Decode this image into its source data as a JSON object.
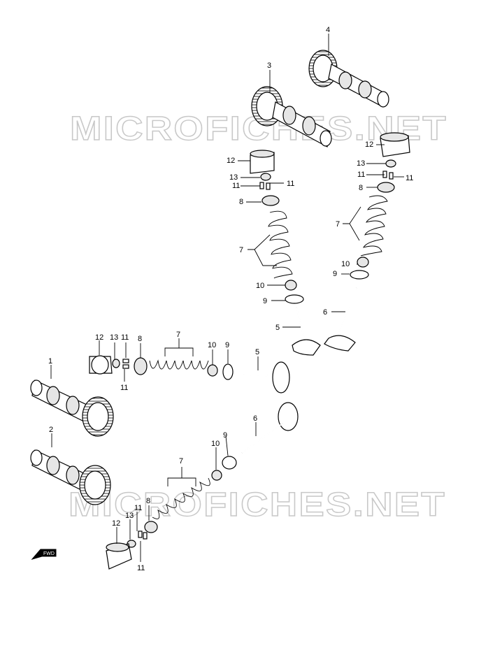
{
  "watermark": "MICROFICHES.NET",
  "fwd_label": "FWD",
  "labels": {
    "n1": "1",
    "n2": "2",
    "n3": "3",
    "n4": "4",
    "n5a": "5",
    "n5b": "5",
    "n6a": "6",
    "n6b": "6",
    "n7a": "7",
    "n7b": "7",
    "n7c": "7",
    "n7d": "7",
    "n8a": "8",
    "n8b": "8",
    "n8c": "8",
    "n8d": "8",
    "n9a": "9",
    "n9b": "9",
    "n9c": "9",
    "n9d": "9",
    "n10a": "10",
    "n10b": "10",
    "n10c": "10",
    "n10d": "10",
    "n11a": "11",
    "n11b": "11",
    "n11c": "11",
    "n11d": "11",
    "n11e": "11",
    "n11f": "11",
    "n11g": "11",
    "n11h": "11",
    "n12a": "12",
    "n12b": "12",
    "n12c": "12",
    "n12d": "12",
    "n13a": "13",
    "n13b": "13",
    "n13c": "13",
    "n13d": "13"
  }
}
